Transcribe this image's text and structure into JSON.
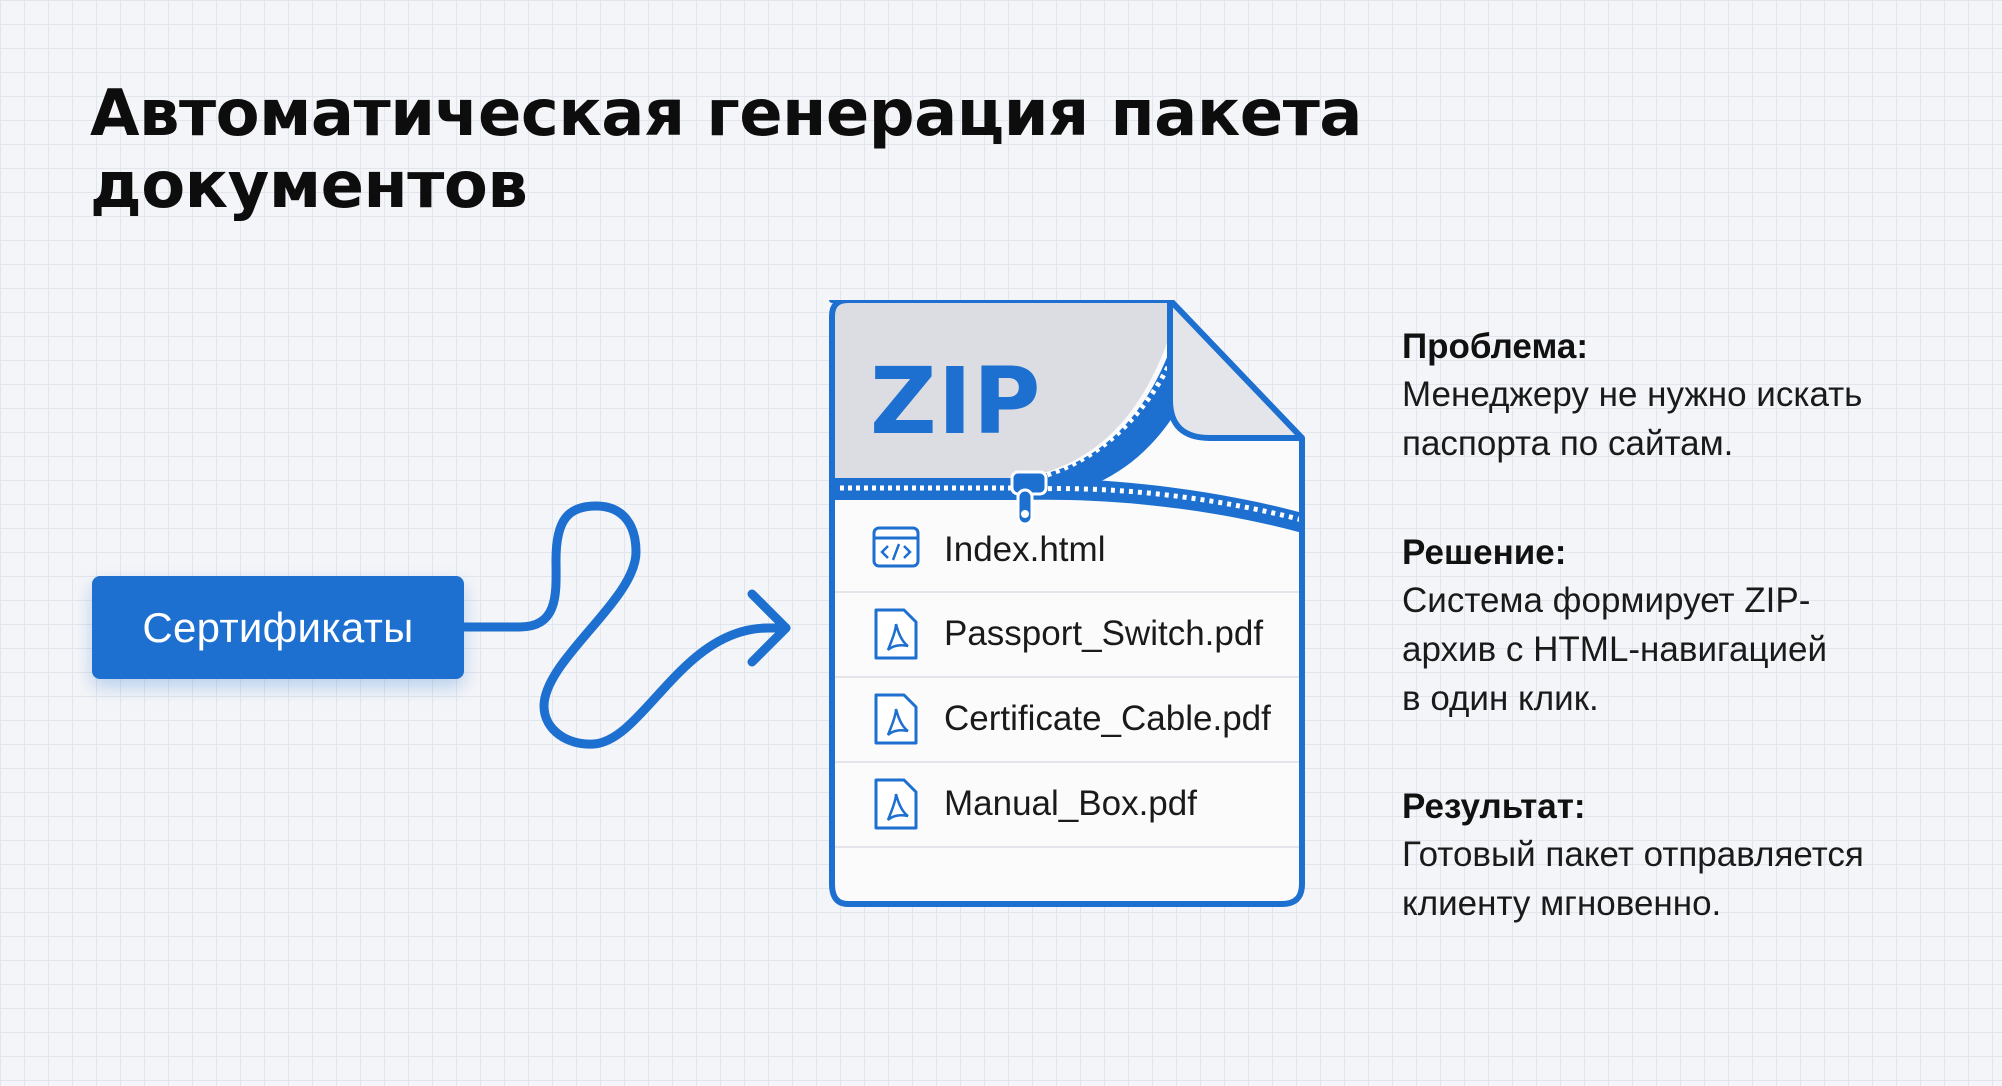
{
  "title": "Автоматическая генерация пакета документов",
  "source_button": {
    "label": "Сертификаты"
  },
  "archive": {
    "label": "ZIP",
    "files": [
      {
        "name": "Index.html",
        "icon": "html-code-icon"
      },
      {
        "name": "Passport_Switch.pdf",
        "icon": "pdf-file-icon"
      },
      {
        "name": "Certificate_Cable.pdf",
        "icon": "pdf-file-icon"
      },
      {
        "name": "Manual_Box.pdf",
        "icon": "pdf-file-icon"
      }
    ]
  },
  "info": [
    {
      "heading": "Проблема:",
      "lines": [
        "Менеджеру не нужно искать",
        "паспорта по сайтам."
      ]
    },
    {
      "heading": "Решение:",
      "lines": [
        "Система формирует ZIP-",
        "архив с HTML-навигацией",
        "в один клик."
      ]
    },
    {
      "heading": "Результат:",
      "lines": [
        "Готовый пакет отправляется",
        "клиенту мгновенно."
      ]
    }
  ],
  "colors": {
    "accent": "#1d6fd0",
    "background": "#f4f5f8",
    "text": "#111111"
  }
}
